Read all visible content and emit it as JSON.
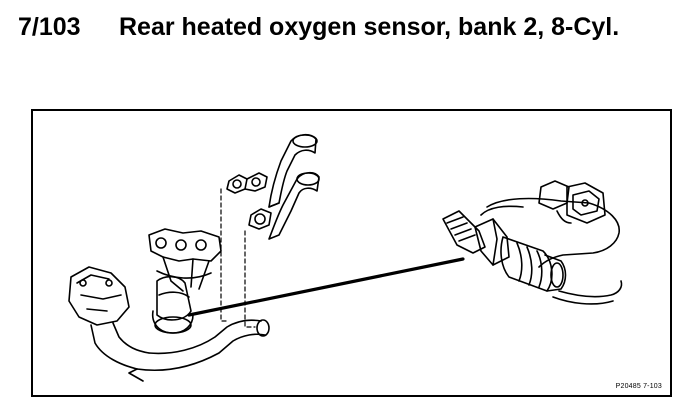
{
  "section": {
    "number": "7/103",
    "title": "Rear heated oxygen sensor, bank 2, 8-Cyl."
  },
  "figure": {
    "reference": "P20485 7-103"
  }
}
